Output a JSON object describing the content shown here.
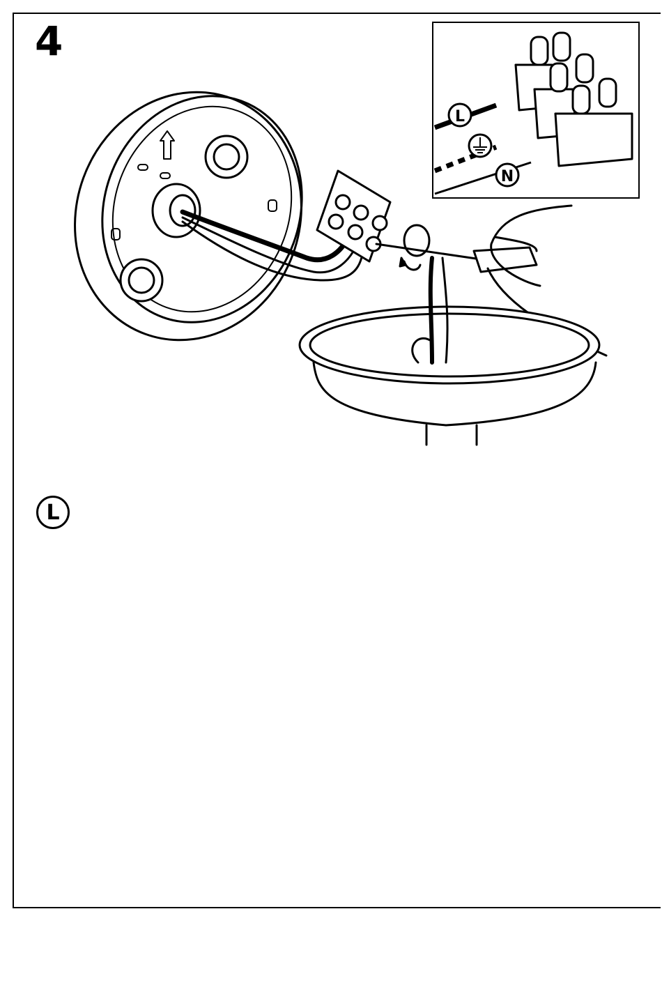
{
  "step": {
    "number": "4"
  },
  "inset": {
    "live_label": "L",
    "earth_symbol": "earth-ground",
    "neutral_label": "N"
  },
  "legend": {
    "live_label": "L"
  },
  "colors": {
    "line": "#000000",
    "background": "#ffffff"
  }
}
